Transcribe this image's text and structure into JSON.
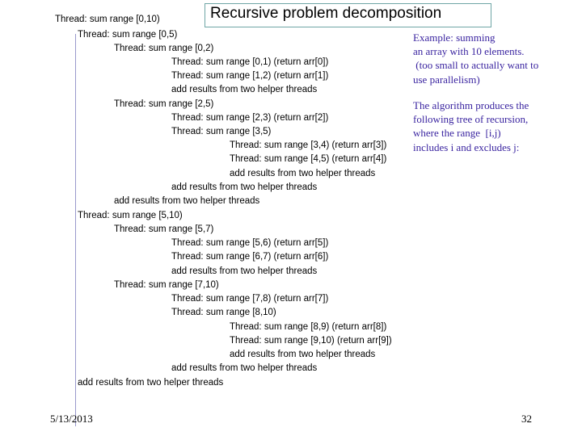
{
  "slide": {
    "title": "Recursive problem decomposition",
    "tree_lines": [
      "Thread: sum range [0,10)",
      "Thread: sum range [0,5)",
      "Thread: sum range [0,2)",
      "Thread: sum range [0,1) (return arr[0])",
      "Thread: sum range [1,2) (return arr[1])",
      "add results from two helper threads",
      "Thread: sum range [2,5)",
      "Thread: sum range [2,3) (return arr[2])",
      "Thread: sum range [3,5)",
      "Thread: sum range [3,4) (return arr[3])",
      "Thread: sum range [4,5) (return arr[4])",
      "add results from two helper threads",
      "add results from two helper threads",
      "add results from two helper threads",
      "Thread: sum range [5,10)",
      "Thread: sum range [5,7)",
      "Thread: sum range [5,6) (return arr[5])",
      "Thread: sum range [6,7) (return arr[6])",
      "add results from two helper threads",
      "Thread: sum range [7,10)",
      "Thread: sum range [7,8) (return arr[7])",
      "Thread: sum range [8,10)",
      "Thread: sum range [8,9) (return arr[8])",
      "Thread: sum range [9,10) (return arr[9])",
      "add results from two helper threads",
      "add results from two helper threads",
      "add results from two helper threads"
    ],
    "example_note": "Example: summing\nan array with 10 elements.\n (too small to actually want to\nuse parallelism)",
    "algorithm_note": "The algorithm produces the\nfollowing tree of recursion,\nwhere the range  [i,j)\nincludes i and excludes j:",
    "date": "5/13/2013",
    "page_number": "32"
  }
}
